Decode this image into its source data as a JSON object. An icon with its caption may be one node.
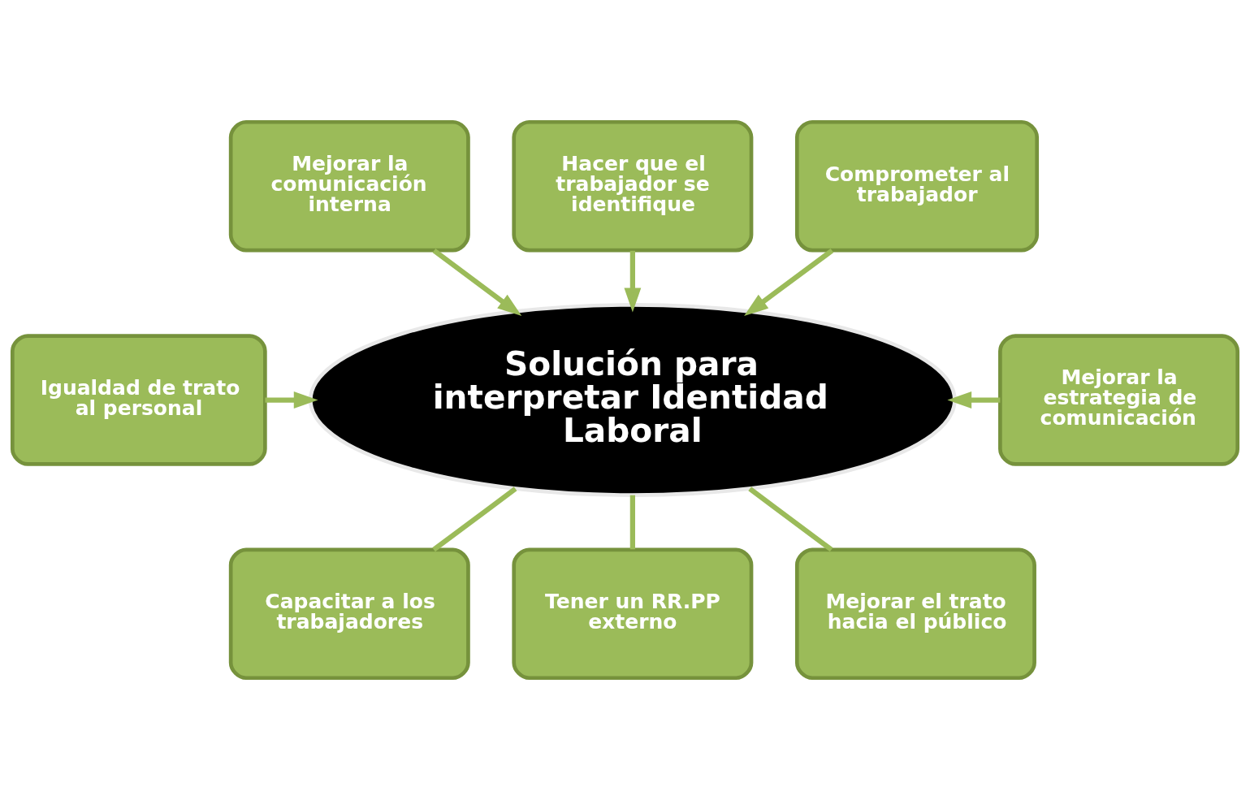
{
  "diagram": {
    "nodes": [
      {
        "text": [
          "Solución para interpretar Identidad Laboral"
        ]
      },
      {
        "text": [
          "Mejorar la comunicación interna"
        ]
      },
      {
        "text": [
          "Hacer que el trabajador se identifique"
        ]
      },
      {
        "text": [
          "Comprometer al trabajador"
        ]
      },
      {
        "text": [
          "Igualdad de trato al personal"
        ]
      },
      {
        "text": [
          "Mejorar la estrategia de comunicación"
        ]
      },
      {
        "text": [
          "Capacitar a los trabajadores"
        ]
      },
      {
        "text": [
          "Tener un RR.PP externo"
        ]
      },
      {
        "text": [
          "Mejorar el trato hacia el público"
        ]
      }
    ],
    "edges": [
      {
        "from": 1,
        "to": 0,
        "arrow": "to"
      },
      {
        "from": 2,
        "to": 0,
        "arrow": "to"
      },
      {
        "from": 3,
        "to": 0,
        "arrow": "to"
      },
      {
        "from": 4,
        "to": 0,
        "arrow": "to"
      },
      {
        "from": 5,
        "to": 0,
        "arrow": "to"
      },
      {
        "from": 0,
        "to": 6,
        "arrow": "none"
      },
      {
        "from": 0,
        "to": 7,
        "arrow": "none"
      },
      {
        "from": 0,
        "to": 8,
        "arrow": "none"
      }
    ]
  }
}
